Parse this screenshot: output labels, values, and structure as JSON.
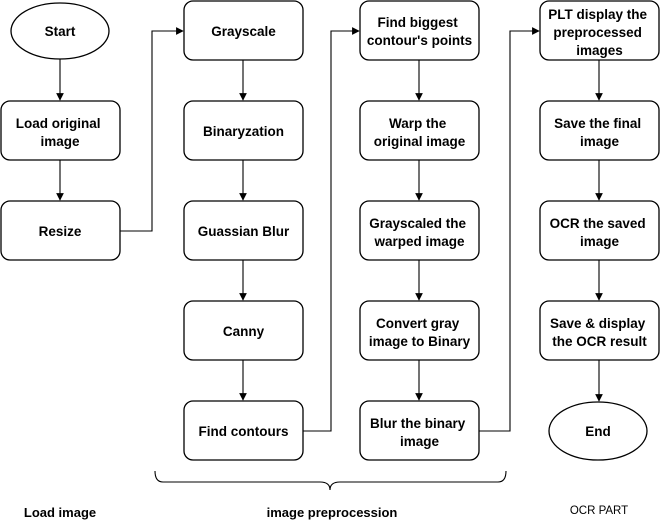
{
  "nodes": {
    "start": "Start",
    "load_original_image": [
      "Load original",
      "image"
    ],
    "resize": "Resize",
    "grayscale": "Grayscale",
    "binaryzation": "Binaryzation",
    "guassian_blur": "Guassian Blur",
    "canny": "Canny",
    "find_contours": "Find contours",
    "find_biggest_contour": [
      "Find biggest",
      "contour's points"
    ],
    "warp_original": [
      "Warp the",
      "original image"
    ],
    "grayscaled_warped": [
      "Grayscaled the",
      "warped image"
    ],
    "convert_gray_binary": [
      "Convert gray",
      "image to Binary"
    ],
    "blur_binary": [
      "Blur the binary",
      "image"
    ],
    "plt_display": [
      "PLT display the",
      "preprocessed",
      "images"
    ],
    "save_final": [
      "Save the final",
      "image"
    ],
    "ocr_saved": [
      "OCR the saved",
      "image"
    ],
    "save_display_ocr": [
      "Save & display",
      "the OCR result"
    ],
    "end": "End"
  },
  "sections": {
    "load_image": "Load image",
    "image_preprocession": "image preprocession",
    "ocr_part": "OCR PART"
  },
  "colors": {
    "stroke": "#000000",
    "fill": "#ffffff",
    "background": "#ffffff"
  }
}
